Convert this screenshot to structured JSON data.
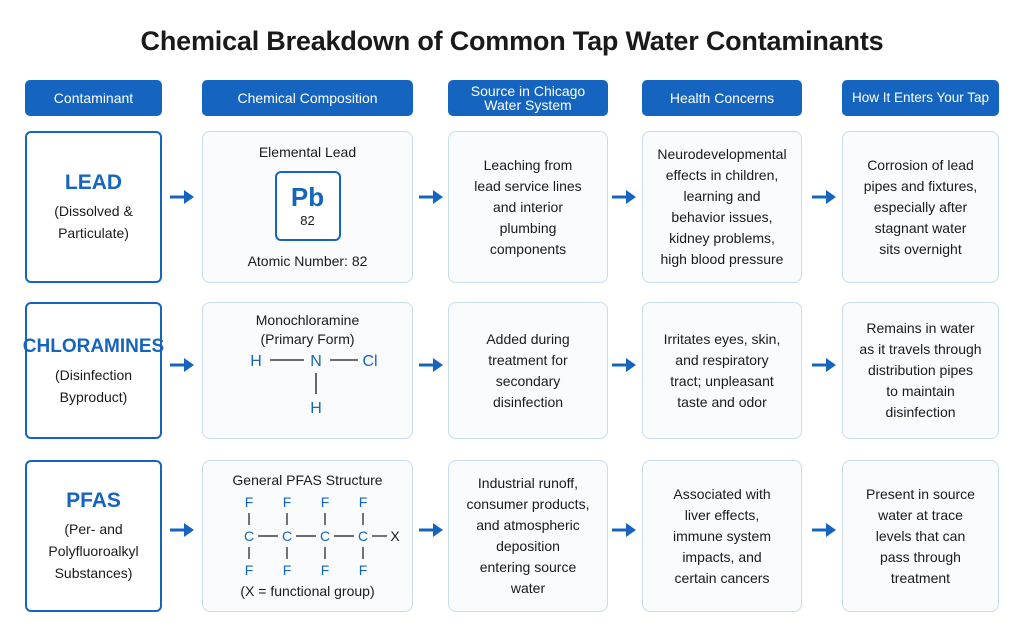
{
  "title": "Chemical Breakdown of Common Tap Water Contaminants",
  "headers": [
    "Contaminant",
    "Chemical Composition",
    "Source in Chicago Water System",
    "Health Concerns",
    "How It Enters Your Tap"
  ],
  "colors": {
    "accent": "#1565c0",
    "card_border": "#c9dcef",
    "card_bg": "#f9fbfd"
  },
  "rows": [
    {
      "name": "LEAD",
      "subtitle": "(Dissolved &\nParticulate)",
      "composition": {
        "label": "Elemental Lead",
        "symbol": "Pb",
        "number": "82",
        "note": "Atomic Number: 82"
      },
      "source": "Leaching from\nlead service lines\nand interior\nplumbing\ncomponents",
      "health": "Neurodevelopmental\neffects in children,\nlearning and\nbehavior issues,\nkidney problems,\nhigh blood pressure",
      "entry": "Corrosion of lead\npipes and fixtures,\nespecially after\nstagnant water\nsits overnight"
    },
    {
      "name": "CHLORAMINES",
      "subtitle": "(Disinfection\nByproduct)",
      "composition": {
        "label": "Monochloramine\n(Primary Form)",
        "atoms": {
          "left": "H",
          "center": "N",
          "right": "Cl",
          "bottom": "H"
        }
      },
      "source": "Added during\ntreatment for\nsecondary\ndisinfection",
      "health": "Irritates eyes, skin,\nand respiratory\ntract; unpleasant\ntaste and odor",
      "entry": "Remains in water\nas it travels through\ndistribution pipes\nto maintain\ndisinfection"
    },
    {
      "name": "PFAS",
      "subtitle": "(Per- and\nPolyfluoroalkyl\nSubstances)",
      "composition": {
        "label": "General PFAS Structure",
        "carbon": "C",
        "fluorine": "F",
        "group": "X",
        "note": "(X = functional group)"
      },
      "source": "Industrial runoff,\nconsumer products,\nand atmospheric\ndeposition\nentering source\nwater",
      "health": "Associated with\nliver effects,\nimmune system\nimpacts, and\ncertain cancers",
      "entry": "Present in source\nwater at trace\nlevels that can\npass through\ntreatment"
    }
  ]
}
